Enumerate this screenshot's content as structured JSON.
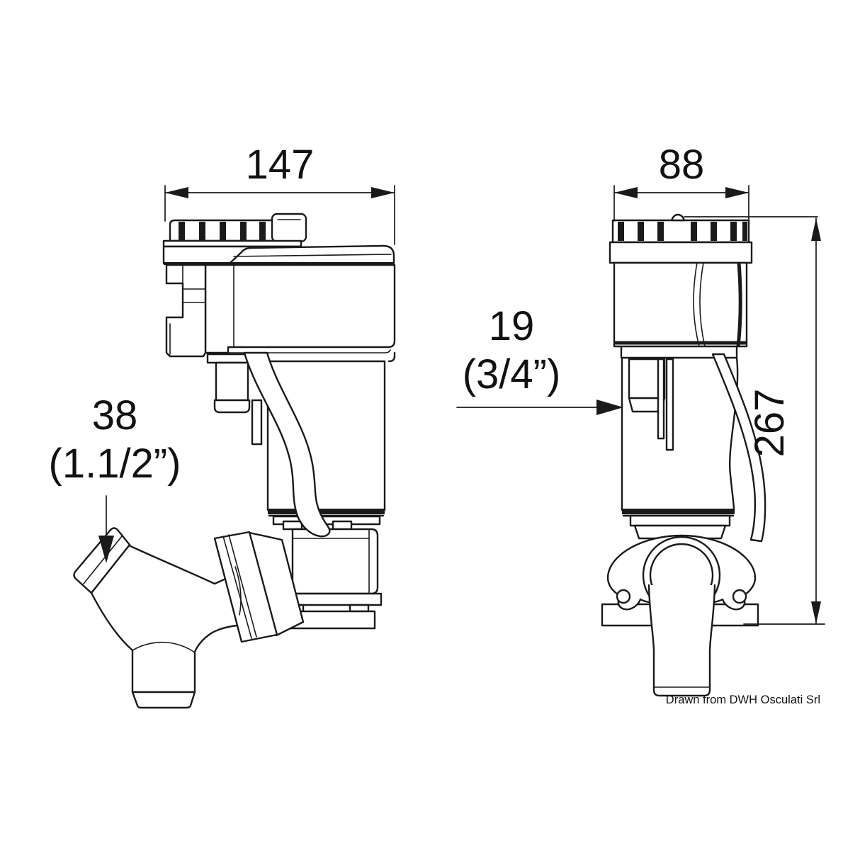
{
  "drawing": {
    "credit": "Drawn from DWH Osculati Srl",
    "dimensions": {
      "top_width": {
        "value": "147"
      },
      "front_width": {
        "value": "88"
      },
      "height": {
        "value": "267"
      },
      "inlet": {
        "value": "38",
        "inches": "(1.1/2”)"
      },
      "fitting": {
        "value": "19",
        "inches": "(3/4”)"
      }
    },
    "colors": {
      "line": "#1a1a1a",
      "text": "#111111",
      "background": "#ffffff"
    }
  }
}
